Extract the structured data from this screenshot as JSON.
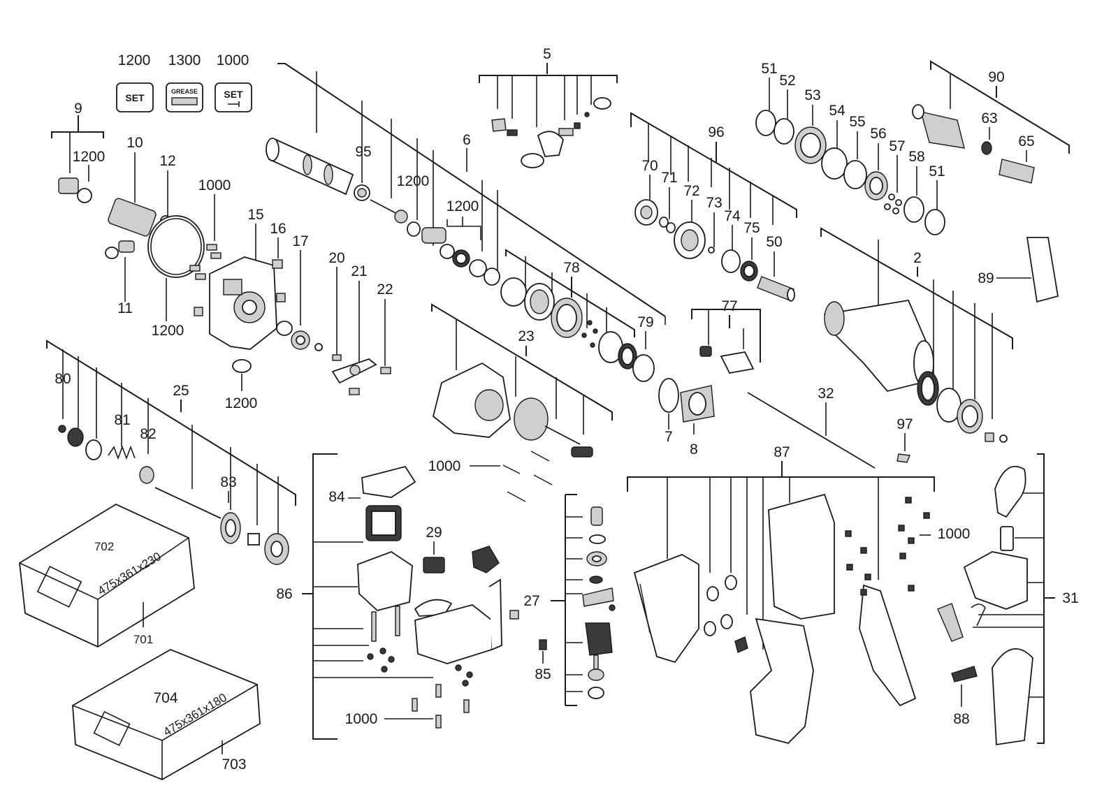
{
  "diagram": {
    "set_badges": [
      {
        "number": "1200",
        "label": "SET",
        "icon": "set-icon"
      },
      {
        "number": "1300",
        "label": "GREASE",
        "icon": "grease-tube-icon"
      },
      {
        "number": "1000",
        "label": "SET",
        "icon": "set-screw-icon"
      }
    ],
    "part_numbers": {
      "p9": "9",
      "p9_1200": "1200",
      "p10": "10",
      "p12": "12",
      "p11": "11",
      "p1200_ring": "1200",
      "p1000_screws": "1000",
      "p15": "15",
      "p16": "16",
      "p17": "17",
      "p1200_oring": "1200",
      "p20": "20",
      "p21": "21",
      "p22": "22",
      "p95": "95",
      "p6": "6",
      "p1200_a": "1200",
      "p1200_b": "1200",
      "p5": "5",
      "p78": "78",
      "p79": "79",
      "p96": "96",
      "p70": "70",
      "p71": "71",
      "p72": "72",
      "p73": "73",
      "p74": "74",
      "p75": "75",
      "p50": "50",
      "p51a": "51",
      "p52": "52",
      "p53": "53",
      "p54": "54",
      "p55": "55",
      "p56": "56",
      "p57": "57",
      "p58": "58",
      "p51b": "51",
      "p90": "90",
      "p63": "63",
      "p65": "65",
      "p89": "89",
      "p2": "2",
      "p77": "77",
      "p23": "23",
      "p7": "7",
      "p8": "8",
      "p32": "32",
      "p97": "97",
      "p80": "80",
      "p25": "25",
      "p81": "81",
      "p82": "82",
      "p83": "83",
      "p702": "702",
      "p701": "701",
      "p704": "704",
      "p703": "703",
      "p84": "84",
      "p29": "29",
      "p86": "86",
      "p1000_left": "1000",
      "p1000_mid": "1000",
      "p27": "27",
      "p85": "85",
      "p87": "87",
      "p1000_right": "1000",
      "p31": "31",
      "p88": "88"
    },
    "case_labels": {
      "case_large": "475x361x230",
      "case_small": "475x361x180"
    }
  }
}
